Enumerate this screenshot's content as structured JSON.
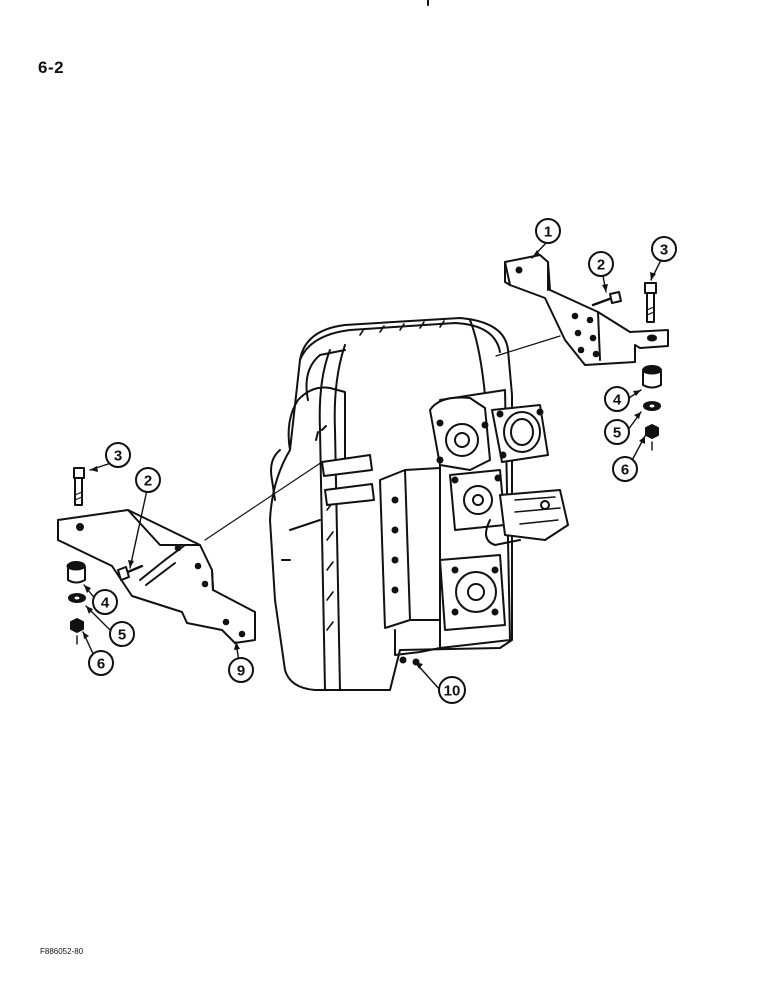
{
  "page": {
    "number": "6-2",
    "figure_code": "F886052-80"
  },
  "callouts": [
    {
      "id": "c1",
      "label": "1"
    },
    {
      "id": "c2a",
      "label": "2"
    },
    {
      "id": "c3a",
      "label": "3"
    },
    {
      "id": "c4a",
      "label": "4"
    },
    {
      "id": "c5a",
      "label": "5"
    },
    {
      "id": "c6a",
      "label": "6"
    },
    {
      "id": "c3b",
      "label": "3"
    },
    {
      "id": "c2b",
      "label": "2"
    },
    {
      "id": "c4b",
      "label": "4"
    },
    {
      "id": "c5b",
      "label": "5"
    },
    {
      "id": "c6b",
      "label": "6"
    },
    {
      "id": "c9",
      "label": "9"
    },
    {
      "id": "c10",
      "label": "10"
    }
  ]
}
